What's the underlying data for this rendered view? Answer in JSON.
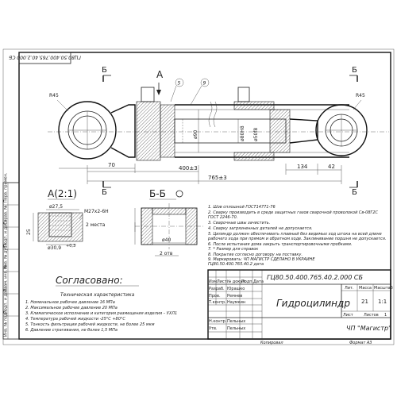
{
  "stamp_rotated": "ГЦ80.50.400.765.40.2.000 СБ",
  "section_marks": {
    "b": "Б",
    "a": "А"
  },
  "callouts": {
    "c9": "9",
    "c5": "5"
  },
  "dims": {
    "r45": "R45",
    "d90": "ø90",
    "d80h8": "ø80Н8",
    "d50f8": "ø50f8",
    "l70": "70",
    "l400": "400±3",
    "l765": "765±3",
    "l134": "134",
    "l42": "42",
    "a_d275": "ø27,5",
    "a_m27": "M27х2-6Н",
    "a_2places": "2 места",
    "a_25": "25",
    "a_d309": "ø30,9",
    "a_tol": "+0,3",
    "bb_d40": "ø40",
    "bb_2pcs": "2 отв"
  },
  "view_a_label": "А(2:1)",
  "section_bb_label": "Б-Б",
  "notes": [
    "1. Шов сплошной ГОСТ14771-76",
    "2. Сварку производить в среде защитных газов сварочной проволокой Св-08Г2С",
    "   ГОСТ 2246-70.",
    "3. Сварочные швы зачистить.",
    "4. Сварку загрязненных деталей не допускается.",
    "5. Цилиндр должен обеспечивать плавный без видимых ход штока на всей длине",
    "   рабочего хода при прямом и обратном ходе. Заклинивание поршня не допускается.",
    "6. После испытания дома закрыть транспортировочными пробками.",
    "7. * Размер для справок",
    "8. Покрытие согласно договору на поставку.",
    "9. Маркировать: ЧП МАГИСТР СДЕЛАНО В УКРАИНЕ",
    "   ГЦ80.50.400.765.40.2      дата"
  ],
  "soglasovano": "Согласовано:",
  "tech_title": "Техническая характеристика",
  "tech_lines": [
    "1. Номинальное рабочее давление                                16 МПа",
    "2. Максимальное рабочее давление                               20 МПа",
    "3. Климатическое исполнение и категория размещения изделия – УХЛ1",
    "4. Температура рабочей жидкости                          -25°С +80°С",
    "5. Тонкость фильтрации рабочей жидкости, не более          25 мкм",
    "6. Давление страгивания, не более                              1,5 МПа"
  ],
  "side_strip": [
    "Перв. примен.",
    "Справ. №",
    "Подп. и дата",
    "Инв. № дубл.",
    "Взам. инв. №",
    "Подп. и дата",
    "Инв. № подл."
  ],
  "title_block": {
    "designation": "ГЦ80.50.400.765.40.2.000 СБ",
    "name": "Гидроцилиндр",
    "company": "ЧП \"Магистр\"",
    "lit": "Лит.",
    "mass": "Масса",
    "scale": "Масштаб",
    "mass_val": "21",
    "scale_val": "1:1",
    "sheet": "Лист",
    "sheets": "Листов",
    "sheets_val": "1",
    "hdr_izm": "Изм.",
    "hdr_list": "Лист",
    "hdr_doc": "№ докум.",
    "hdr_sign": "Подп.",
    "hdr_date": "Дата",
    "razrab": "Разраб.",
    "prov": "Пров.",
    "tkontr": "Т.контр.",
    "nkontr": "Н.контр.",
    "utv": "Утв.",
    "n1": "Юрашко",
    "n2": "Ремнев",
    "n3": "Наумкин",
    "n4": "Пельных",
    "n5": "Пельных"
  },
  "footer": {
    "kopiroval": "Копировал",
    "format": "Формат  А3"
  }
}
